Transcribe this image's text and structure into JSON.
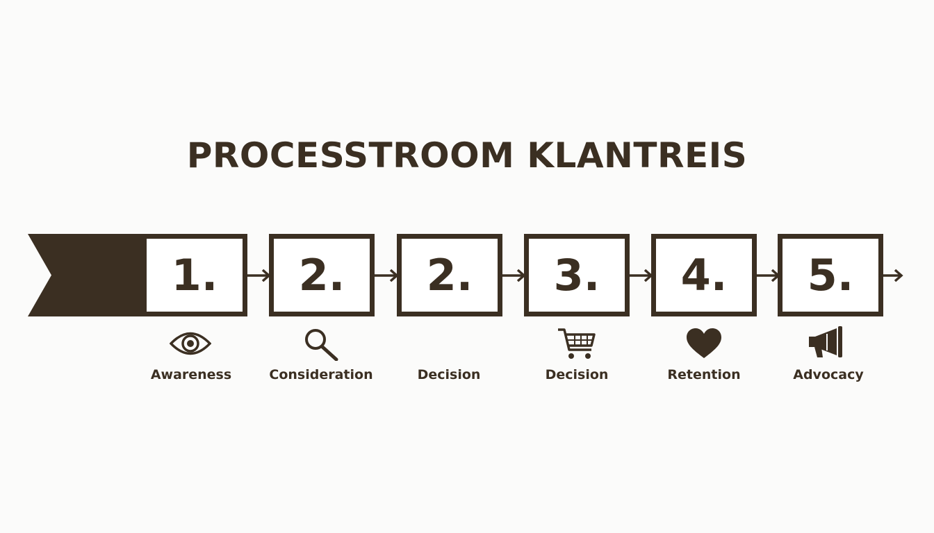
{
  "title": "PROCESSTROOM KLANTREIS",
  "colors": {
    "ink": "#3b2f22",
    "background": "#fbfbfa",
    "box_fill": "#ffffff"
  },
  "steps": [
    {
      "number": "1.",
      "label": "Awareness",
      "icon": "eye-icon"
    },
    {
      "number": "2.",
      "label": "Consideration",
      "icon": "magnifier-icon"
    },
    {
      "number": "2.",
      "label": "Decision",
      "icon": ""
    },
    {
      "number": "3.",
      "label": "Decision",
      "icon": "cart-icon"
    },
    {
      "number": "4.",
      "label": "Retention",
      "icon": "heart-icon"
    },
    {
      "number": "5.",
      "label": "Advocacy",
      "icon": "megaphone-icon"
    }
  ]
}
